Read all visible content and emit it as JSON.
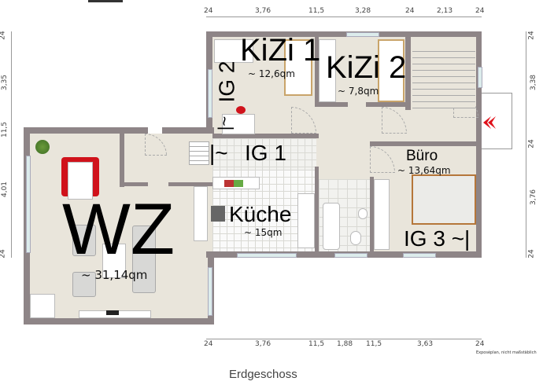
{
  "floor_name": "Erdgeschoss",
  "note": "Exposéplan, nicht maßstäblich",
  "rooms": {
    "wz": {
      "label": "WZ",
      "area": "~ 31,14qm"
    },
    "kizi1": {
      "label": "KiZi 1",
      "area": "~ 12,6qm"
    },
    "kizi2": {
      "label": "KiZi 2",
      "area": "~ 7,8qm"
    },
    "ig2": {
      "label": "IG 2",
      "marker": "|~"
    },
    "ig1": {
      "label": "IG 1",
      "marker": "|~"
    },
    "kueche": {
      "label": "Küche",
      "area": "~ 15qm"
    },
    "buero": {
      "label": "Büro",
      "area": "~ 13,64qm"
    },
    "ig3": {
      "label": "IG 3 ~|"
    }
  },
  "dimensions": {
    "top": [
      "24",
      "3,76",
      "11,5",
      "3,28",
      "24",
      "2,13",
      "24"
    ],
    "bottom": [
      "24",
      "3,76",
      "11,5",
      "1,88",
      "11,5",
      "3,63",
      "24"
    ],
    "left": [
      "24",
      "3,35",
      "11,5",
      "4,01",
      "24"
    ],
    "right": [
      "24",
      "3,38",
      "24",
      "3,76",
      "24"
    ]
  },
  "colors": {
    "wall": "#8e8587",
    "floor": "#e9e5db",
    "entrance_arrow": "#e0101a",
    "chairs": "#d0121b"
  },
  "icons": [
    "entrance-arrow-icon",
    "plant-icon",
    "stairs-icon"
  ]
}
